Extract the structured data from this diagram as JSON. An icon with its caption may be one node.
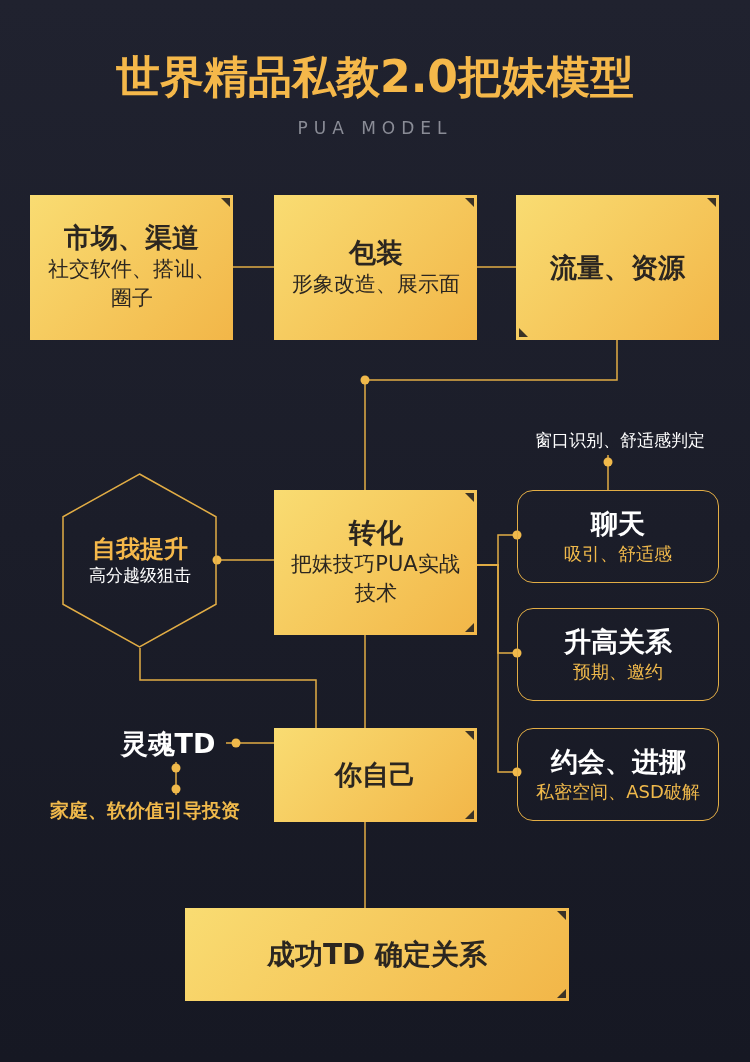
{
  "diagram": {
    "title": "世界精品私教2.0把妹模型",
    "caption": "PUA MODEL",
    "nodes": [
      {
        "text": [
          "市场、渠道",
          "社交软件、搭讪、圈子"
        ]
      },
      {
        "text": [
          "包装",
          "形象改造、展示面"
        ]
      },
      {
        "text": [
          "流量、资源"
        ]
      },
      {
        "text": [
          "窗口识别、舒适感判定"
        ]
      },
      {
        "text": [
          "自我提升",
          "高分越级狙击"
        ]
      },
      {
        "text": [
          "转化",
          "把妹技巧PUA实战技术"
        ]
      },
      {
        "text": [
          "聊天",
          "吸引、舒适感"
        ]
      },
      {
        "text": [
          "升高关系",
          "预期、邀约"
        ]
      },
      {
        "text": [
          "灵魂TD"
        ]
      },
      {
        "text": [
          "你自己"
        ]
      },
      {
        "text": [
          "约会、进挪",
          "私密空间、ASD破解"
        ]
      },
      {
        "text": [
          "家庭、软价值引导投资"
        ]
      },
      {
        "text": [
          "成功TD  确定关系"
        ]
      }
    ],
    "edges": [
      {
        "from": 0,
        "to": 1,
        "arrow": "none"
      },
      {
        "from": 1,
        "to": 2,
        "arrow": "none"
      },
      {
        "from": 2,
        "to": 5,
        "arrow": "none"
      },
      {
        "from": 3,
        "to": 6,
        "arrow": "none"
      },
      {
        "from": 5,
        "to": 4,
        "arrow": "none"
      },
      {
        "from": 5,
        "to": 6,
        "arrow": "none"
      },
      {
        "from": 5,
        "to": 7,
        "arrow": "none"
      },
      {
        "from": 5,
        "to": 10,
        "arrow": "none"
      },
      {
        "from": 4,
        "to": 9,
        "arrow": "none"
      },
      {
        "from": 5,
        "to": 9,
        "arrow": "none"
      },
      {
        "from": 8,
        "to": 9,
        "arrow": "none"
      },
      {
        "from": 8,
        "to": 11,
        "arrow": "none"
      },
      {
        "from": 9,
        "to": 12,
        "arrow": "none"
      }
    ]
  }
}
